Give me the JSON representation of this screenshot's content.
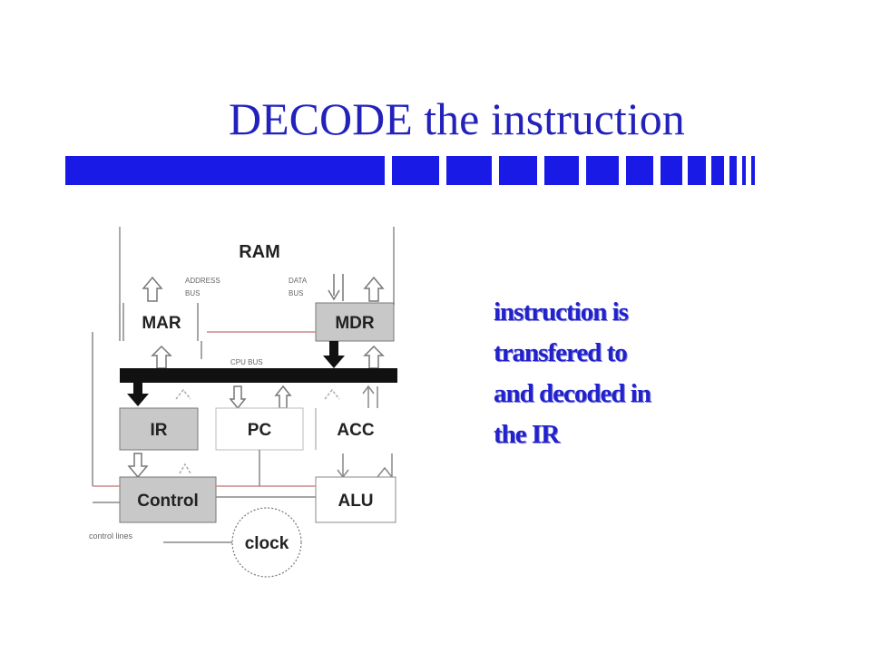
{
  "slide": {
    "title": "DECODE the instruction",
    "colors": {
      "title": "#2222bb",
      "accent_bar": "#1a1ae6",
      "caption": "#2222cc",
      "highlight_box": "#c8c8c8"
    }
  },
  "diagram": {
    "ram": "RAM",
    "address_bus": [
      "ADDRESS",
      "BUS"
    ],
    "data_bus": [
      "DATA",
      "BUS"
    ],
    "cpu_bus": "CPU BUS",
    "mar": "MAR",
    "mdr": "MDR",
    "ir": "IR",
    "pc": "PC",
    "acc": "ACC",
    "control": "Control",
    "alu": "ALU",
    "clock": "clock",
    "control_lines": "control lines"
  },
  "caption": {
    "lines": [
      "instruction is",
      "transfered to",
      "and decoded in",
      "the IR"
    ]
  }
}
